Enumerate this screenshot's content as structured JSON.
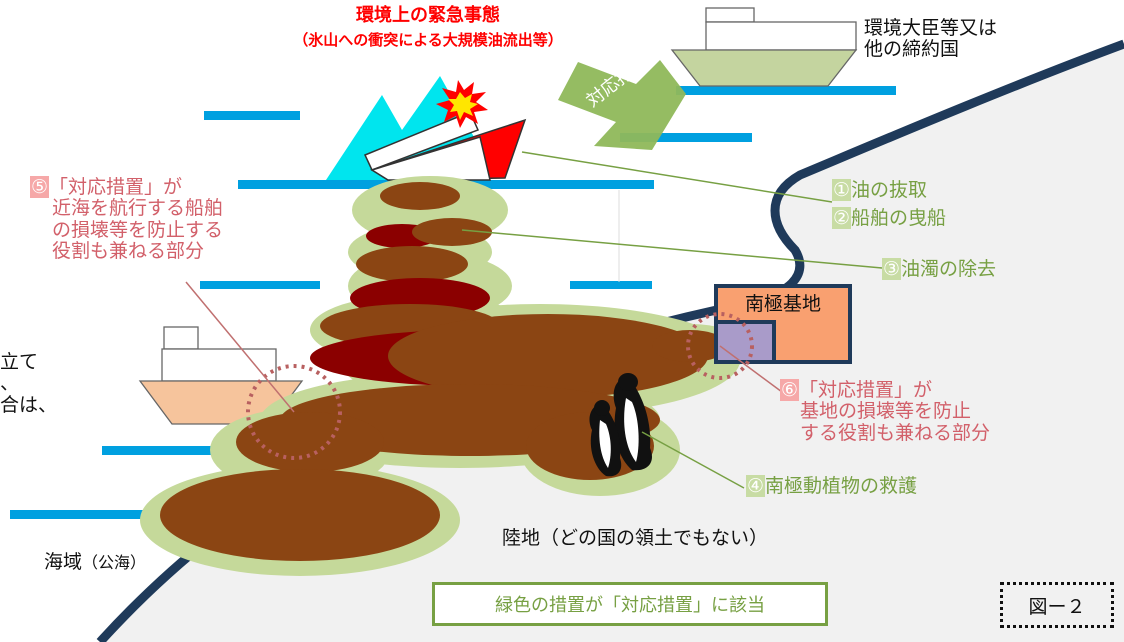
{
  "title": {
    "line1": "環境上の緊急事態",
    "line2": "（氷山への衝突による大規模油流出等）"
  },
  "minister": {
    "line1": "環境大臣等又は",
    "line2": "他の締約国"
  },
  "arrow_label": "対応措置",
  "measures": {
    "m1": {
      "num": "①",
      "text": "油の抜取"
    },
    "m2": {
      "num": "②",
      "text": "船舶の曳船"
    },
    "m3": {
      "num": "③",
      "text": "油濁の除去"
    },
    "m4": {
      "num": "④",
      "text": "南極動植物の救護"
    }
  },
  "note5": {
    "num": "⑤",
    "line1": "「対応措置」が",
    "line2": "近海を航行する船舶",
    "line3": "の損壊等を防止する",
    "line4": "役割も兼ねる部分"
  },
  "note6": {
    "num": "⑥",
    "line1": "「対応措置」が",
    "line2": "基地の損壊等を防止",
    "line3": "する役割も兼ねる部分"
  },
  "base_label": "南極基地",
  "partial_left": {
    "line1": "立て",
    "line2": "、",
    "line3": "合は、"
  },
  "sea_label": "海域",
  "sea_note": "（公海）",
  "land_label": "陸地（どの国の領土でもない）",
  "legend_text": "緑色の措置が「対応措置」に該当",
  "figure_label": "図ー２",
  "colors": {
    "emergency_red": "#ff0000",
    "measure_green": "#77a043",
    "note_pink": "#d2606a",
    "oil_brown": "#8b4513",
    "oil_dark": "#8b0000",
    "halo_green": "#c5d99a",
    "sea_blue": "#00a0e0",
    "coast_navy": "#1f3a5a",
    "base_orange": "#f9a070",
    "base_lavender": "#a99bc9",
    "iceberg_cyan": "#00e5ee",
    "ship_green": "#c4d49f",
    "ship_orange": "#f6c49c"
  },
  "icons": [
    "iceberg-icon",
    "ship-icon",
    "explosion-icon",
    "penguin-icon",
    "arrow-icon"
  ]
}
